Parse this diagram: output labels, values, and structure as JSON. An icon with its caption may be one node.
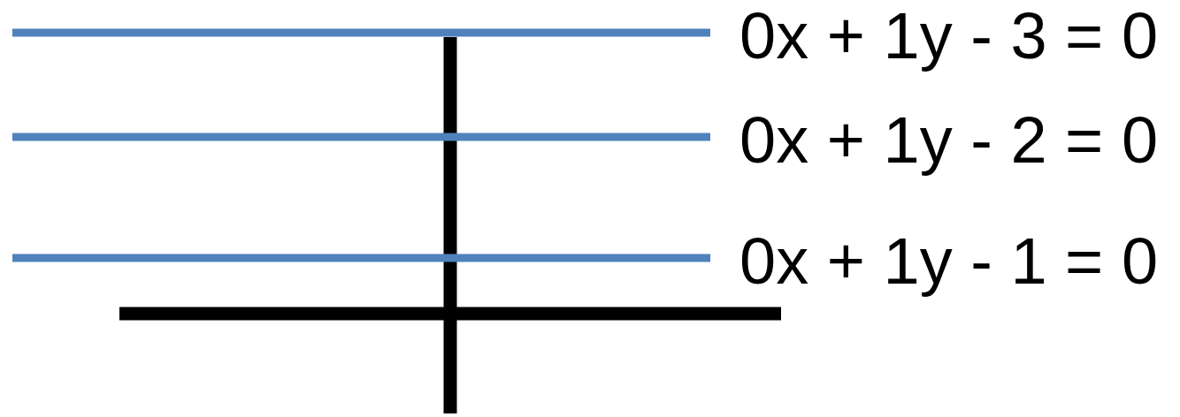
{
  "diagram": {
    "labels": [
      "0x + 1y - 3 = 0",
      "0x + 1y - 2 = 0",
      "0x + 1y - 1 = 0"
    ]
  }
}
